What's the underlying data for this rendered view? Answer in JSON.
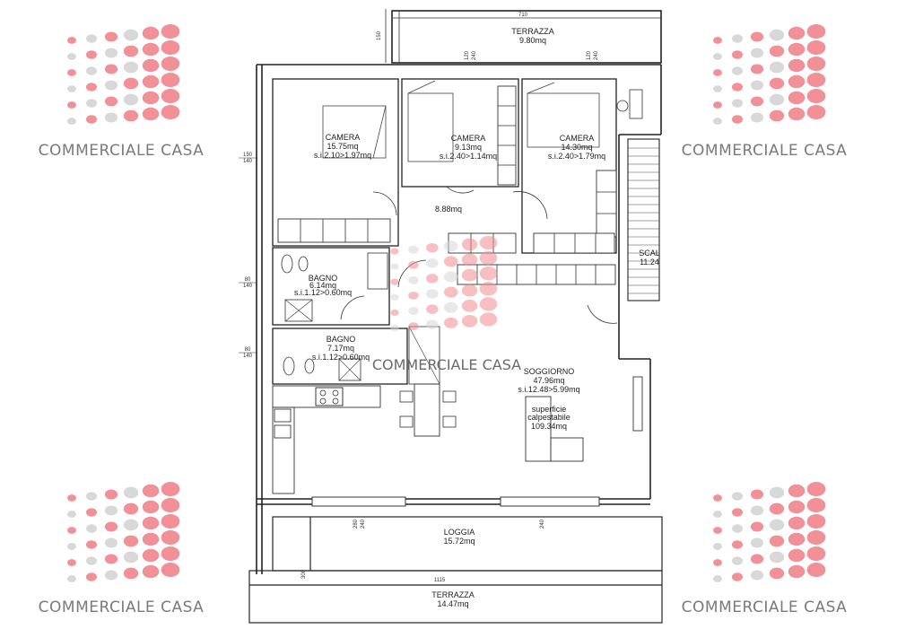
{
  "watermark": {
    "text": "COMMERCIALE CASA",
    "dot_color": "#f08a90",
    "dot_gray": "#d6d6d6"
  },
  "rooms": {
    "terrace_top": {
      "name": "TERRAZZA",
      "area": "9.80mq",
      "width_dim": "710"
    },
    "camera1": {
      "name": "CAMERA",
      "area": "15.75mq",
      "si": "s.i.2.10>1.97mq"
    },
    "camera2": {
      "name": "CAMERA",
      "area": "9.13mq",
      "si": "s.i.2.40>1.14mq"
    },
    "camera3": {
      "name": "CAMERA",
      "area": "14.30mq",
      "si": "s.i.2.40>1.79mq"
    },
    "hall": {
      "area": "8.88mq"
    },
    "stairs": {
      "name": "SCAL",
      "area": "11.24"
    },
    "bagno1": {
      "name": "BAGNO",
      "area": "6.14mq",
      "si": "s.i.1.12>0.60mq"
    },
    "bagno2": {
      "name": "BAGNO",
      "area": "7.17mq",
      "si": "s.i.1.12>0.60mq"
    },
    "soggiorno": {
      "name": "SOGGIORNO",
      "area": "47.96mq",
      "si": "s.i.12.48>5.99mq"
    },
    "surface": {
      "line1": "superficie",
      "line2": "calpestabile",
      "value": "109.34mq"
    },
    "loggia": {
      "name": "LOGGIA",
      "area": "15.72mq"
    },
    "terrace_bottom": {
      "name": "TERRAZZA",
      "area": "14.47mq",
      "width_dim": "1115"
    }
  },
  "dims": {
    "left_150": "150",
    "left_140a": "140",
    "left_80a": "80",
    "left_140b": "140",
    "left_80b": "80",
    "left_140c": "140",
    "top_150": "150",
    "bottom_300": "300",
    "win_120": "120",
    "win_240": "240",
    "win_280": "280"
  }
}
